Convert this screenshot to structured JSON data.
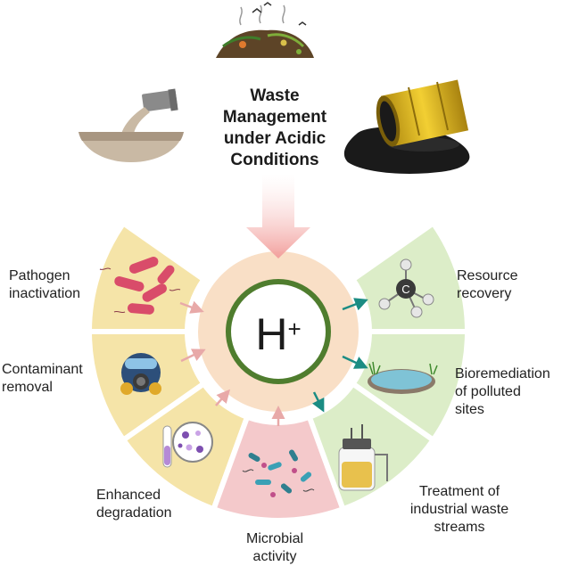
{
  "title": {
    "lines": [
      "Waste",
      "Management",
      "under Acidic",
      "Conditions"
    ]
  },
  "center": {
    "label": "H",
    "superscript": "+"
  },
  "inputs": [
    {
      "lines": [
        "Pathogen",
        "inactivation"
      ]
    },
    {
      "lines": [
        "Contaminant",
        "removal"
      ]
    },
    {
      "lines": [
        "Enhanced",
        "degradation"
      ]
    },
    {
      "lines": [
        "Microbial",
        "activity"
      ]
    }
  ],
  "outputs": [
    {
      "lines": [
        "Resource",
        "recovery"
      ]
    },
    {
      "lines": [
        "Bioremediation",
        "of polluted",
        "sites"
      ]
    },
    {
      "lines": [
        "Treatment of",
        "industrial waste",
        "streams"
      ]
    }
  ],
  "colors": {
    "input_segment": "#f5e4a8",
    "microbial_segment": "#f4c9cb",
    "output_segment": "#dcedc8",
    "center_fill": "#f9dfc6",
    "center_ring": "#4f7d2e",
    "input_arrow": "#e8a9a8",
    "output_arrow": "#1b8c83",
    "top_arrow": "#f4a7a6"
  },
  "icons": [
    "waste-pile-icon",
    "sewage-pipe-icon",
    "oil-barrel-spill-icon",
    "bacteria-icon",
    "gas-mask-icon",
    "test-tube-icon",
    "microbes-icon",
    "methane-molecule-icon",
    "pond-icon",
    "bioreactor-icon"
  ]
}
